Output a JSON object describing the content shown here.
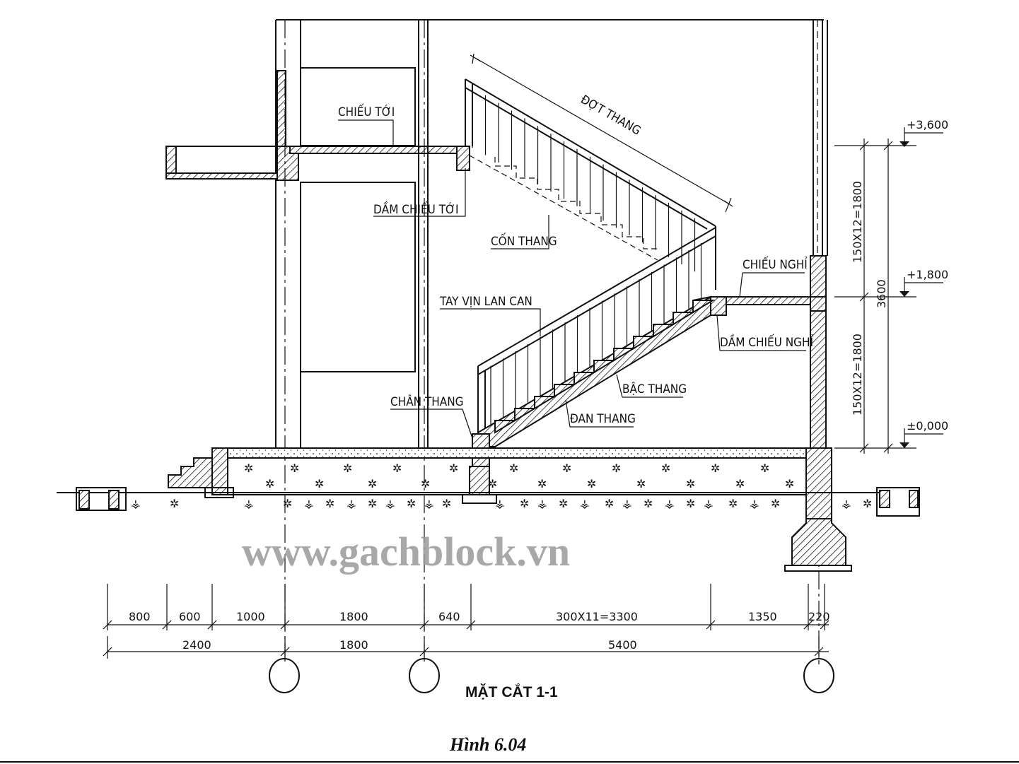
{
  "labels": {
    "chieu_toi": "CHIẾU TỚI",
    "dam_chieu_toi": "DẦM CHIẾU TỚI",
    "con_thang": "CỐN THANG",
    "dot_thang": "ĐỢT THANG",
    "tay_vin": "TAY VỊN LAN CAN",
    "chan_thang": "CHÂN THANG",
    "bac_thang": "BẬC THANG",
    "dan_thang": "ĐAN THANG",
    "chieu_nghi": "CHIẾU NGHỈ",
    "dam_chieu_nghi": "DẦM CHIẾU NGHỈ"
  },
  "levels": {
    "top": "+3,600",
    "mid": "+1,800",
    "base": "±0,000"
  },
  "vertical_dims": {
    "upper": "150X12=1800",
    "lower": "150X12=1800",
    "total": "3600"
  },
  "horizontal_dims": {
    "row1": [
      "800",
      "600",
      "1000",
      "1800",
      "640",
      "300X11=3300",
      "1350",
      "220"
    ],
    "row2": [
      "2400",
      "1800",
      "5400"
    ]
  },
  "watermark": "www.gachblock.vn",
  "section_title": "MẶT CẮT 1-1",
  "figure_caption": "Hình 6.04"
}
